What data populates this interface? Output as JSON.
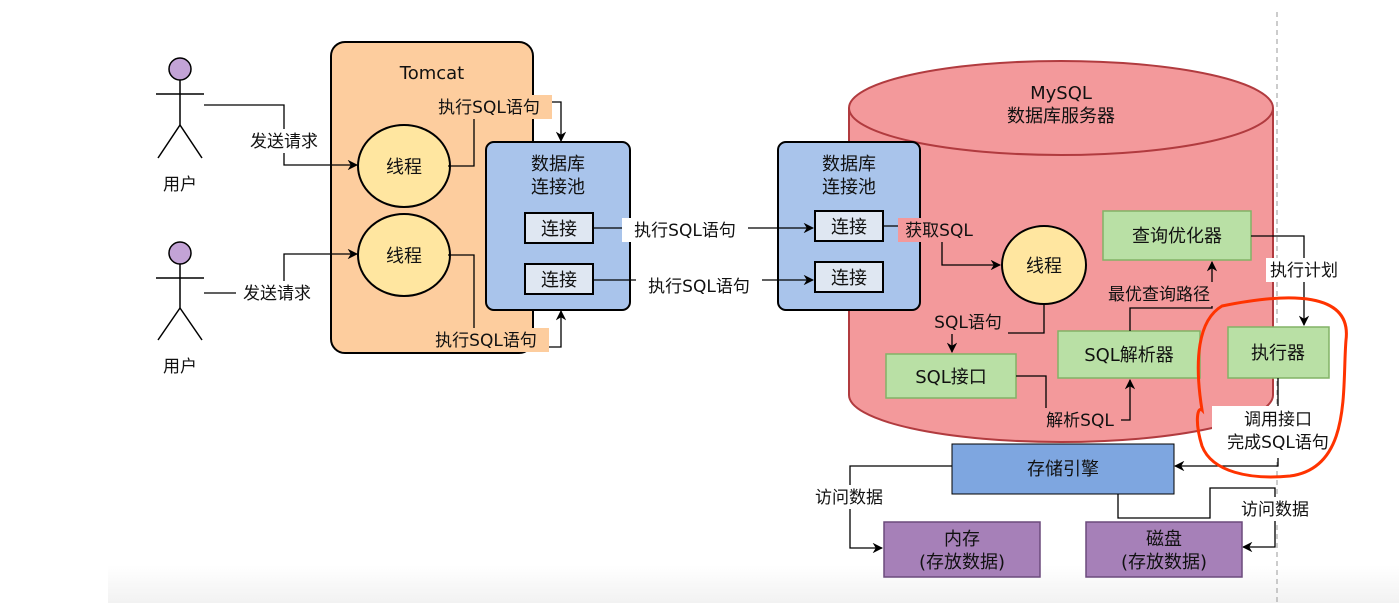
{
  "actors": [
    {
      "id": "user1",
      "label": "用户"
    },
    {
      "id": "user2",
      "label": "用户"
    }
  ],
  "tomcat": {
    "title": "Tomcat",
    "threads": [
      "线程",
      "线程"
    ],
    "pool": {
      "title_line1": "数据库",
      "title_line2": "连接池",
      "connections": [
        "连接",
        "连接"
      ]
    }
  },
  "mysql": {
    "title_line1": "MySQL",
    "title_line2": "数据库服务器",
    "pool": {
      "title_line1": "数据库",
      "title_line2": "连接池",
      "connections": [
        "连接",
        "连接"
      ]
    },
    "thread": "线程",
    "sql_interface": "SQL接口",
    "sql_parser": "SQL解析器",
    "query_optimizer": "查询优化器",
    "executor": "执行器",
    "storage_engine": "存储引擎"
  },
  "memory": {
    "line1": "内存",
    "line2": "(存放数据)"
  },
  "disk": {
    "line1": "磁盘",
    "line2": "(存放数据)"
  },
  "edge_labels": {
    "send_request_1": "发送请求",
    "send_request_2": "发送请求",
    "exec_sql_top": "执行SQL语句",
    "exec_sql_bottom": "执行SQL语句",
    "exec_sql_conn1": "执行SQL语句",
    "exec_sql_conn2": "执行SQL语句",
    "get_sql": "获取SQL",
    "sql_statement": "SQL语句",
    "parse_sql": "解析SQL",
    "best_path": "最优查询路径",
    "exec_plan": "执行计划",
    "call_interface_line1": "调用接口",
    "call_interface_line2": "完成SQL语句",
    "access_data_left": "访问数据",
    "access_data_right": "访问数据"
  },
  "colors": {
    "tomcat_fill": "#fdcd9e",
    "pool_fill": "#a9c4eb",
    "conn_fill": "#dfe7f2",
    "thread_fill": "#ffe6a0",
    "mysql_fill": "#f3999b",
    "mysql_stroke": "#b13b3f",
    "green_fill": "#b9e0a5",
    "green_stroke": "#82b366",
    "storage_fill": "#7ea6e0",
    "purple_fill": "#a680b8",
    "purple_stroke": "#6b4a7c",
    "actor_head": "#c3a3d6",
    "highlight": "#ff3300"
  }
}
